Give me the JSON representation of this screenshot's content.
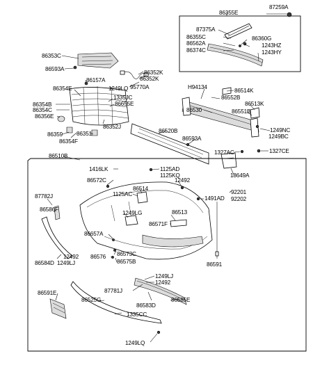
{
  "diagram": {
    "labels": {
      "p86355E": "86355E",
      "p87259A": "87259A",
      "p87375A": "87375A",
      "p86355C": "86355C",
      "p86360G": "86360G",
      "p86562A": "86562A",
      "p1243HZ": "1243HZ",
      "p86374C": "86374C",
      "p1243HY": "1243HY",
      "p86353C": "86353C",
      "p86593A_t": "86593A",
      "p86352K": "86352K",
      "p86352K2": "86352K",
      "p86157A": "86157A",
      "p1249LQ_t": "1249LQ",
      "p95770A": "95770A",
      "p86354E": "86354E",
      "p1335JC": "1335JC",
      "p86354B": "86354B",
      "p86655E": "86655E",
      "p86354C": "86354C",
      "p86356E": "86356E",
      "p86352J": "86352J",
      "p86359": "86359",
      "p86351": "86351",
      "p86354F": "86354F",
      "pH94134": "H94134",
      "p86514K": "86514K",
      "p86552B": "86552B",
      "p86513K": "86513K",
      "p86530": "86530",
      "p86551B": "86551B",
      "p1249NC": "1249NC",
      "p1249BC": "1249BC",
      "p86520B": "86520B",
      "p86593A_m": "86593A",
      "p1327AC": "1327AC",
      "p1327CE": "1327CE",
      "p18649A": "18649A",
      "p86510B": "86510B",
      "p1416LK": "1416LK",
      "p1125AD": "1125AD",
      "p1125KQ": "1125KQ",
      "p86572C": "86572C",
      "p12492_a": "12492",
      "p1125AC": "1125AC",
      "p86514": "86514",
      "p92201": "92201",
      "p1491AD": "1491AD",
      "p92202": "92202",
      "p87782J": "87782J",
      "p86586F": "86586F",
      "p86513": "86513",
      "p1249LG": "1249LG",
      "p86571F": "86571F",
      "p86657A": "86657A",
      "p86573C": "86573C",
      "p86576": "86576",
      "p86575B": "86575B",
      "p12492_b": "12492",
      "p86584D": "86584D",
      "p1249LJ_a": "1249LJ",
      "p86591": "86591",
      "p1249LJ_b": "1249LJ",
      "p12492_c": "12492",
      "p86591E": "86591E",
      "p87781J": "87781J",
      "p86525G": "86525G",
      "p86583D": "86583D",
      "p86585E": "86585E",
      "p1335CC": "1335CC",
      "p1249LQ_b": "1249LQ"
    }
  }
}
